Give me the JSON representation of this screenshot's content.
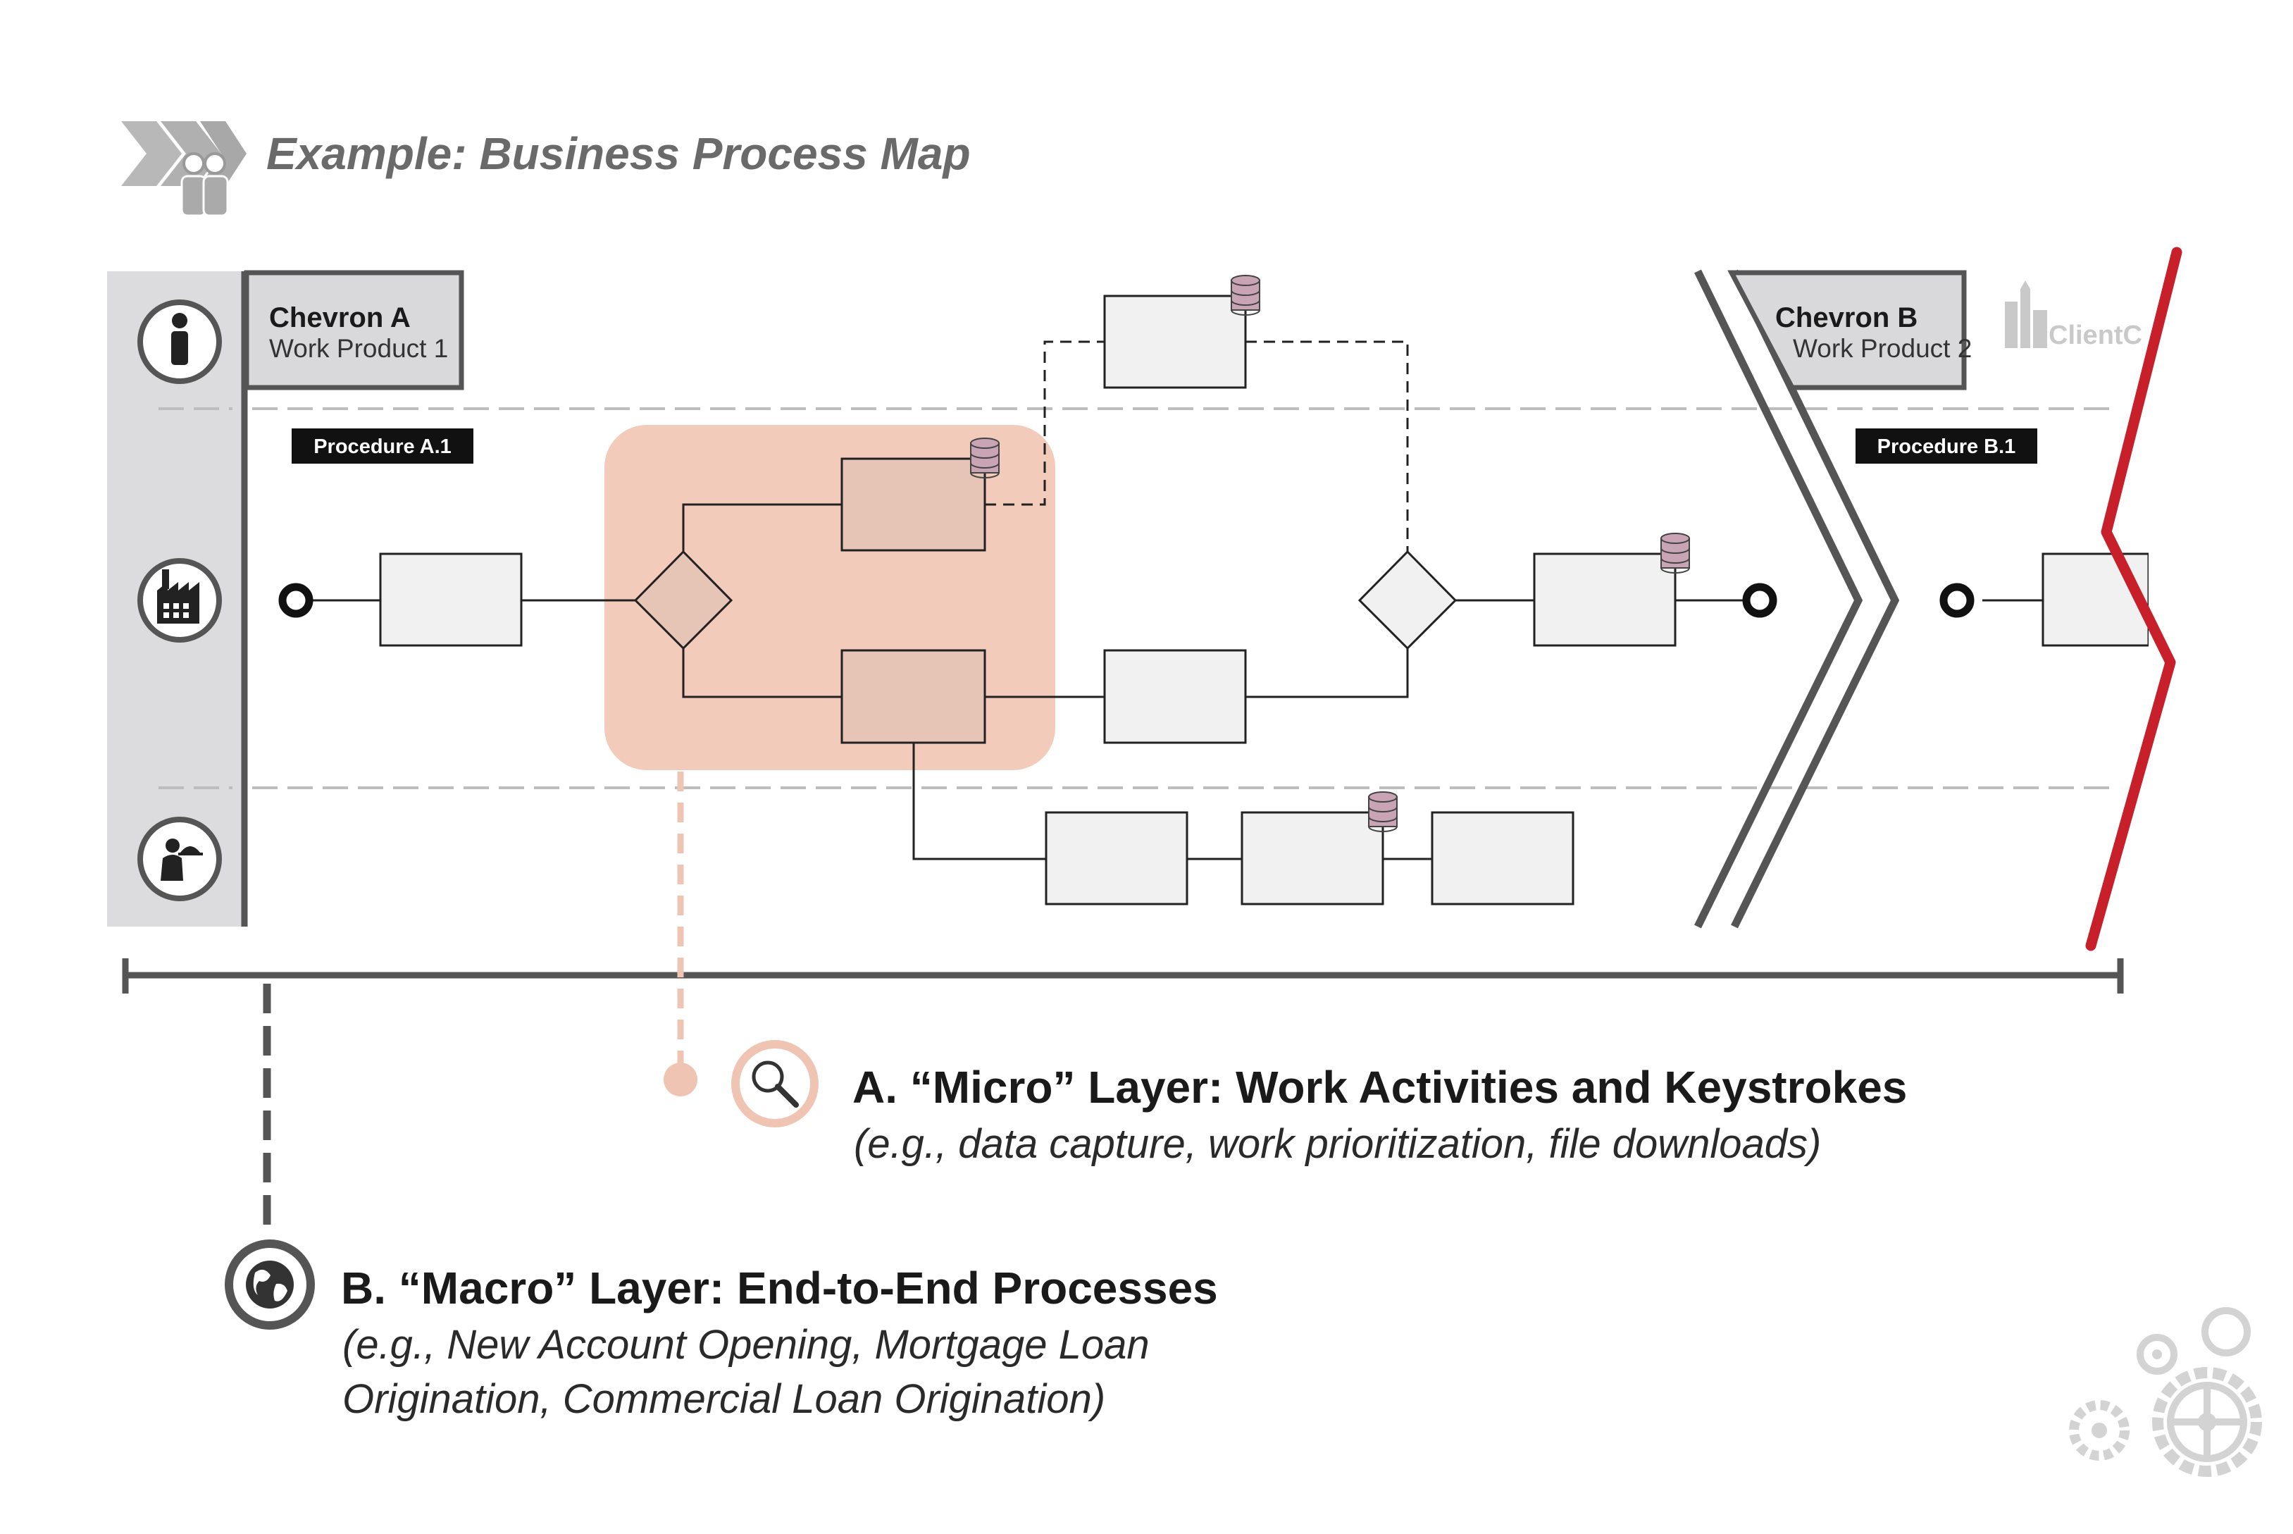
{
  "title": "Example: Business Process Map",
  "chevron_a": {
    "name": "Chevron A",
    "work_product": "Work Product 1",
    "procedure": "Procedure A.1"
  },
  "chevron_b": {
    "name": "Chevron B",
    "work_product": "Work Product 2",
    "procedure": "Procedure B.1"
  },
  "client_logo_text": "ClientC",
  "micro_layer": {
    "heading": "A. “Micro” Layer: Work Activities and Keystrokes",
    "description": "(e.g., data capture, work prioritization, file downloads)"
  },
  "macro_layer": {
    "heading": "B. “Macro” Layer: End-to-End Processes",
    "description_line1": "(e.g., New Account Opening, Mortgage Loan",
    "description_line2": "Origination, Commercial Loan Origination)"
  },
  "colors": {
    "lane_gray": "#dcdcde",
    "line_dark": "#555555",
    "highlight": "#f2cbbb",
    "highlight_dot": "#f0c4b2",
    "database": "#c9a4b4",
    "red_boundary": "#c8202a",
    "box_fill": "#f1f1f2"
  },
  "lane_icons": [
    "person-icon",
    "factory-icon",
    "waiter-icon"
  ]
}
